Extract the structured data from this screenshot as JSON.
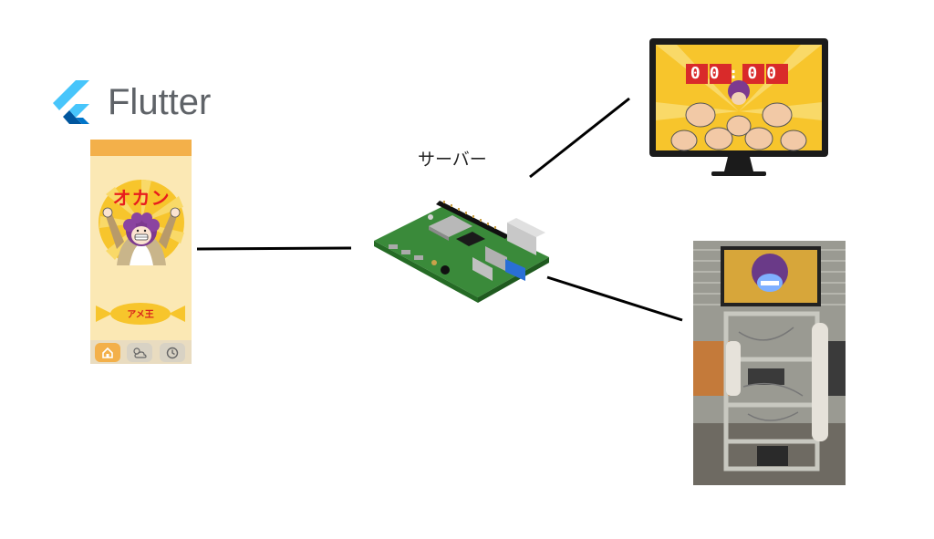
{
  "flutter": {
    "label": "Flutter",
    "icon": "flutter-logo-icon"
  },
  "phone_app": {
    "title": "オカン",
    "candy_label": "アメ王",
    "nav_items": [
      "home-icon",
      "weather-icon",
      "clock-icon"
    ]
  },
  "server": {
    "label": "サーバー",
    "device": "raspberry-pi-board"
  },
  "monitor": {
    "timer_text": "00:00"
  },
  "colors": {
    "line": "#000000",
    "flutter_blue": "#47c5fb",
    "flutter_dark": "#00569e",
    "phone_bg": "#fbe8b4",
    "accent_orange": "#f3b04a",
    "title_red": "#e81d1d",
    "board_green": "#3a8a3a",
    "monitor_yellow": "#f7c52c"
  }
}
